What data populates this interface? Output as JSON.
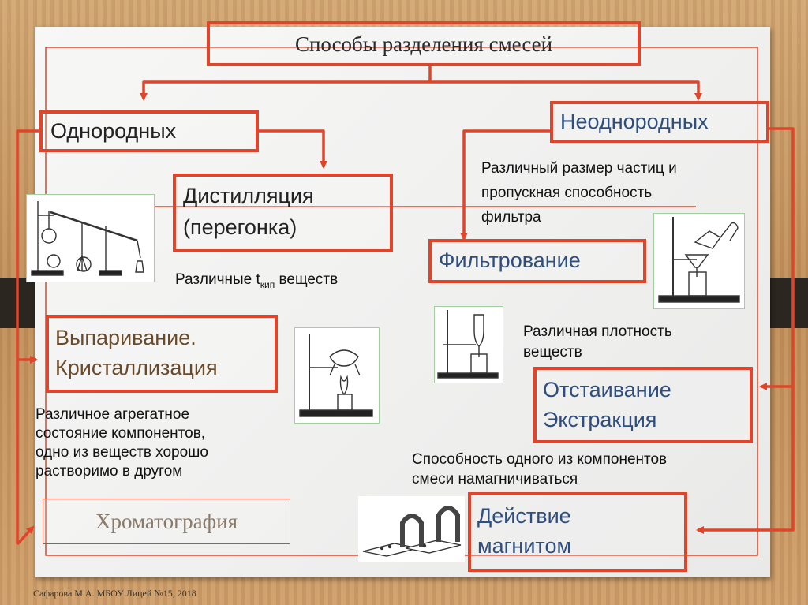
{
  "title": "Способы разделения смесей",
  "left_branch": "Однородных",
  "right_branch": "Неоднородных",
  "methods": {
    "distillation": [
      "Дистилляция",
      "(перегонка)"
    ],
    "evaporation": [
      "Выпаривание.",
      "Кристаллизация"
    ],
    "chromatography": "Хроматография",
    "filtration": "Фильтрование",
    "settling": [
      "Отстаивание",
      "Экстракция"
    ],
    "magnet": [
      "Действие",
      "магнитом"
    ]
  },
  "notes": {
    "distillation_prefix": "Различные t",
    "distillation_sub": "кип",
    "distillation_suffix": " веществ",
    "evaporation": [
      "Различное агрегатное",
      "состояние компонентов,",
      "одно из веществ хорошо",
      "растворимо в другом"
    ],
    "filtration": [
      "Различный размер частиц и",
      "пропускная способность",
      "фильтра"
    ],
    "settling": [
      "Различная плотность",
      "веществ"
    ],
    "magnet": [
      "Способность одного из компонентов",
      "смеси намагничиваться"
    ]
  },
  "footer": "Сафарова М.А. МБОУ Лицей №15, 2018",
  "colors": {
    "accent": "#e0452b",
    "brown": "#6b4a2a"
  }
}
